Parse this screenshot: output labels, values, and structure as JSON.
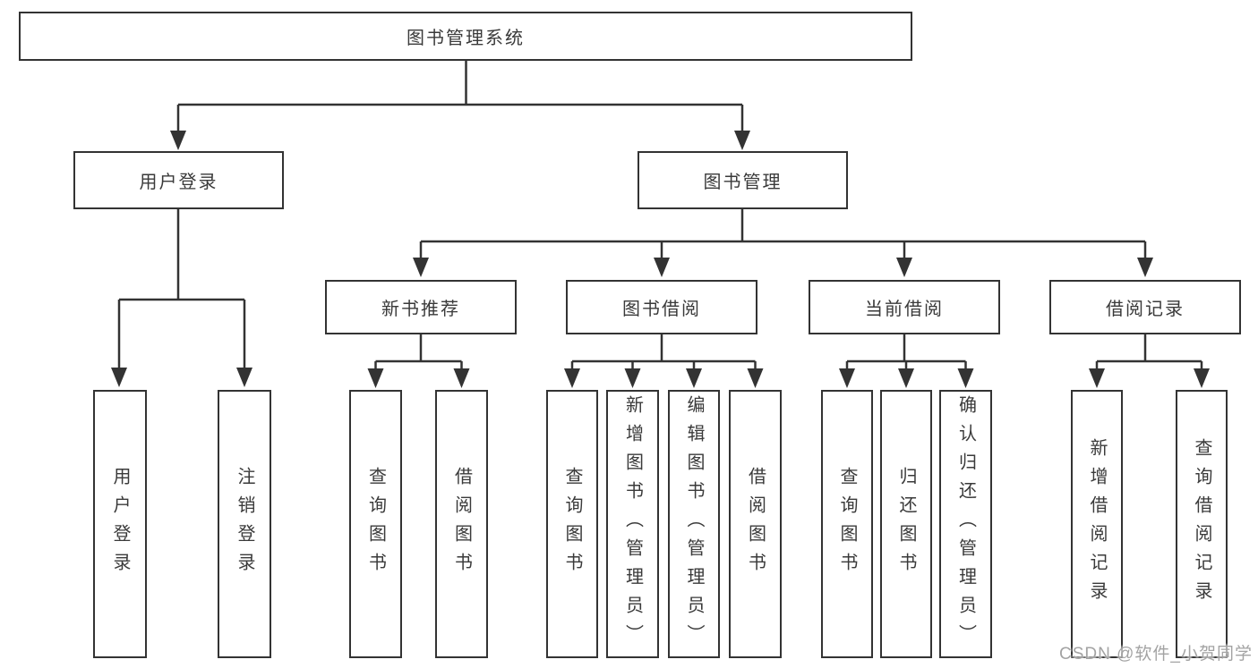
{
  "diagram_title": "图书管理系统",
  "colors": {
    "line": "#333333",
    "text": "#3a3a3a",
    "background": "#ffffff",
    "watermark": "#a3a3a3"
  },
  "watermark": "CSDN @软件_小贺同学",
  "tree": {
    "root": "图书管理系统",
    "branches": [
      {
        "label": "用户登录",
        "children": [
          "用户登录",
          "注销登录"
        ]
      },
      {
        "label": "图书管理",
        "groups": [
          {
            "label": "新书推荐",
            "children": [
              "查询图书",
              "借阅图书"
            ]
          },
          {
            "label": "图书借阅",
            "children": [
              "查询图书",
              "新增图书（管理员）",
              "编辑图书（管理员）",
              "借阅图书"
            ]
          },
          {
            "label": "当前借阅",
            "children": [
              "查询图书",
              "归还图书",
              "确认归还（管理员）"
            ]
          },
          {
            "label": "借阅记录",
            "children": [
              "新增借阅记录",
              "查询借阅记录"
            ]
          }
        ]
      }
    ]
  }
}
